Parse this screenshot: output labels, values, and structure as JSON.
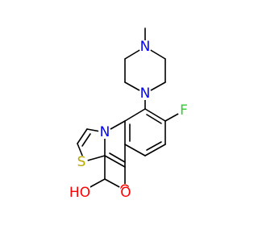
{
  "molecule": {
    "atoms": {
      "me": {
        "text": "",
        "color": "#000000"
      },
      "n1": {
        "text": "N",
        "color": "#0000FF"
      },
      "n2": {
        "text": "N",
        "color": "#0000FF"
      },
      "f": {
        "text": "F",
        "color": "#33CC33"
      },
      "n3": {
        "text": "N",
        "color": "#0000FF"
      },
      "s": {
        "text": "S",
        "color": "#B8A800"
      },
      "o1": {
        "text": "O",
        "color": "#FF0000"
      },
      "o2": {
        "text": "O",
        "color": "#FF0000"
      },
      "oh": {
        "text": "HO",
        "color": "#FF0000"
      }
    }
  }
}
